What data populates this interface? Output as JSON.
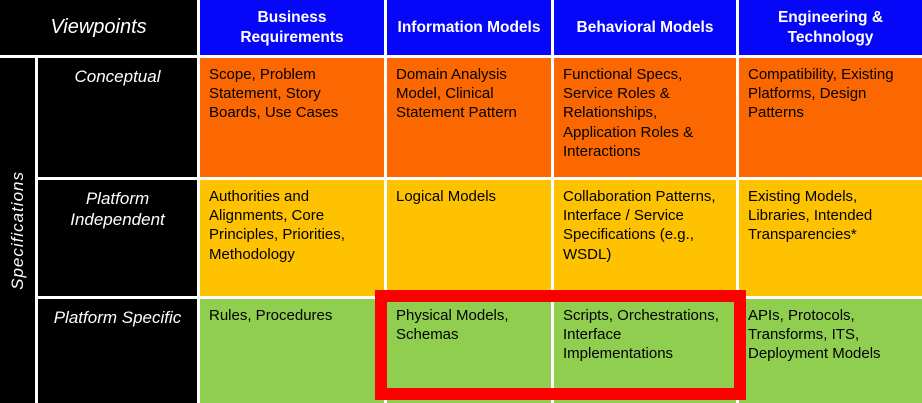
{
  "matrix": {
    "corner_label": "Viewpoints",
    "side_label": "Specifications",
    "columns": [
      {
        "label": "Business Requirements"
      },
      {
        "label": "Information Models"
      },
      {
        "label": "Behavioral Models"
      },
      {
        "label": "Engineering & Technology"
      }
    ],
    "rows": [
      {
        "label": "Conceptual",
        "cells": [
          "Scope, Problem Statement, Story Boards, Use Cases",
          "Domain Analysis Model, Clinical Statement Pattern",
          "Functional Specs, Service Roles & Relationships, Application Roles & Interactions",
          "Compatibility, Existing Platforms, Design Patterns"
        ]
      },
      {
        "label": "Platform Independent",
        "cells": [
          "Authorities and Alignments, Core Principles, Priorities, Methodology",
          "Logical Models",
          "Collaboration Patterns, Interface / Service Specifications (e.g., WSDL)",
          "Existing Models, Libraries, Intended Transparencies*"
        ]
      },
      {
        "label": "Platform Specific",
        "cells": [
          "Rules, Procedures",
          "Physical Models, Schemas",
          "Scripts, Orchestrations, Interface Implementations",
          "APIs, Protocols, Transforms, ITS, Deployment Models"
        ]
      }
    ],
    "highlight": {
      "row": "Platform Specific",
      "columns": [
        "Information Models",
        "Behavioral Models"
      ]
    },
    "colors": {
      "header_bg": "#0606F9",
      "header_text": "#FFFFFF",
      "label_bg": "#000000",
      "label_text": "#FFFFFF",
      "row_conceptual_bg": "#FB6700",
      "row_platform_independent_bg": "#FEC201",
      "row_platform_specific_bg": "#90CE4F",
      "cell_text": "#000000",
      "highlight_border": "#FA0100"
    }
  }
}
